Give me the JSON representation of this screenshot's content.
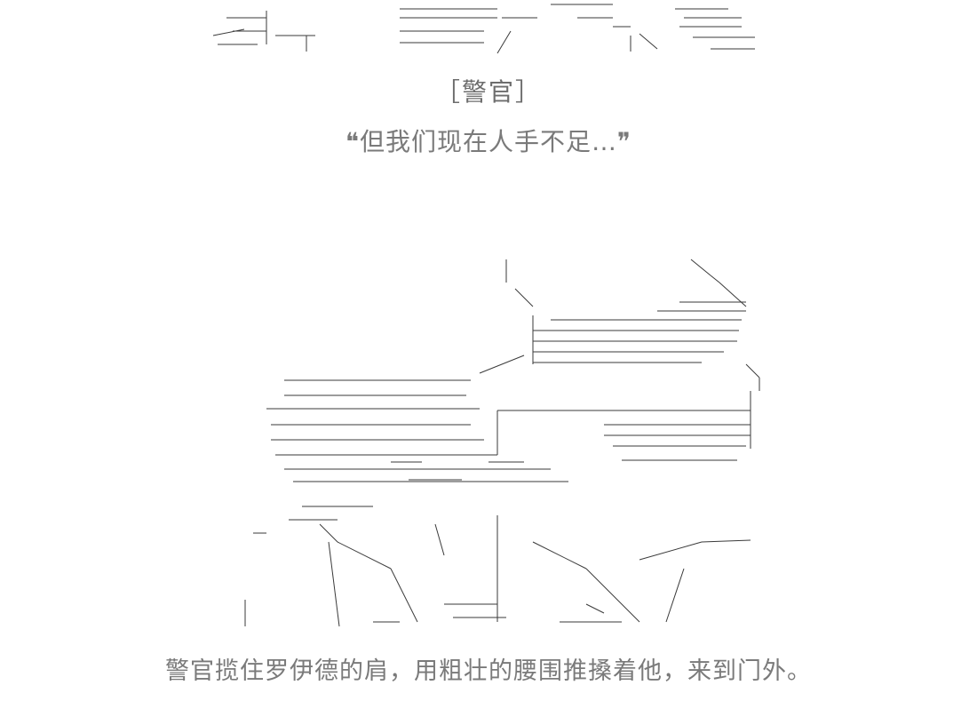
{
  "speaker_label": "［警官］",
  "dialogue_line": "❝但我们现在人手不足…❞",
  "narration_line": "警官揽住罗伊德的肩，用粗壮的腰围推搡着他，来到门外。",
  "art_color": "#3a3a3a"
}
